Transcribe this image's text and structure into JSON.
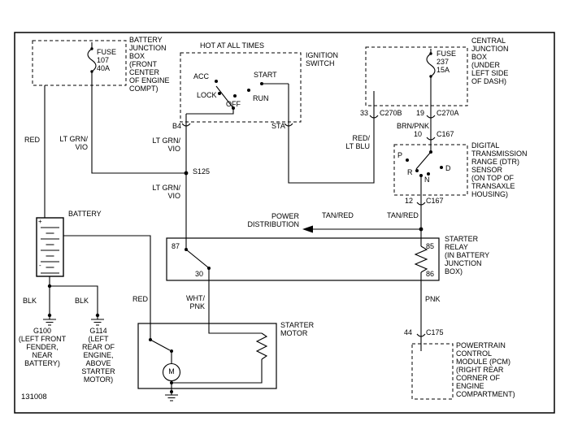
{
  "diagram_id": "131008",
  "battery_junction_box": {
    "label": "BATTERY\nJUNCTION\nBOX\n(FRONT\nCENTER\nOF ENGINE\nCOMPT)",
    "fuse": "FUSE\n107\n40A"
  },
  "ignition_switch": {
    "hot_label": "HOT AT ALL TIMES",
    "label": "IGNITION\nSWITCH",
    "positions": {
      "acc": "ACC",
      "lock": "LOCK",
      "off": "OFF",
      "run": "RUN",
      "start": "START"
    },
    "terminals": {
      "b4": "B4",
      "sta": "STA"
    }
  },
  "central_junction_box": {
    "label": "CENTRAL\nJUNCTION\nBOX\n(UNDER\nLEFT SIDE\nOF DASH)",
    "fuse": "FUSE\n237\n15A",
    "pin33": "33",
    "c270b": "C270B",
    "pin19": "19",
    "c270a": "C270A"
  },
  "dtr_sensor": {
    "label": "DIGITAL\nTRANSMISSION\nRANGE (DTR)\nSENSOR\n(ON TOP OF\nTRANSAXLE\nHOUSING)",
    "pin10": "10",
    "c167_top": "C167",
    "pin12": "12",
    "c167_bottom": "C167",
    "positions": {
      "p": "P",
      "r": "R",
      "n": "N",
      "d": "D"
    }
  },
  "starter_relay": {
    "label": "STARTER\nRELAY\n(IN BATTERY\nJUNCTION\nBOX)",
    "pin87": "87",
    "pin30": "30",
    "pin85": "85",
    "pin86": "86"
  },
  "starter_motor": {
    "label": "STARTER\nMOTOR",
    "motor_symbol": "M"
  },
  "battery": {
    "label": "BATTERY",
    "plus": "+",
    "minus": "-"
  },
  "grounds": {
    "g100": {
      "name": "G100",
      "desc": "(LEFT FRONT\nFENDER,\nNEAR\nBATTERY)"
    },
    "g114": {
      "name": "G114",
      "desc": "(LEFT\nREAR OF\nENGINE,\nABOVE\nSTARTER\nMOTOR)"
    }
  },
  "pcm": {
    "label": "POWERTRAIN\nCONTROL\nMODULE (PCM)\n(RIGHT REAR\nCORNER OF\nENGINE\nCOMPARTMENT)",
    "pin44": "44",
    "c175": "C175"
  },
  "power_distribution_label": "POWER\nDISTRIBUTION",
  "splice_s125": "S125",
  "wires": {
    "red_battery": "RED",
    "lt_grn_vio_a": "LT GRN/\nVIO",
    "lt_grn_vio_b": "LT GRN/\nVIO",
    "lt_grn_vio_c": "LT GRN/\nVIO",
    "red_lt_blu": "RED/\nLT BLU",
    "brn_pnk": "BRN/PNK",
    "tan_red_left": "TAN/RED",
    "tan_red_right": "TAN/RED",
    "blk_g100": "BLK",
    "blk_g114": "BLK",
    "red_starter": "RED",
    "wht_pnk": "WHT/\nPNK",
    "pnk": "PNK"
  }
}
